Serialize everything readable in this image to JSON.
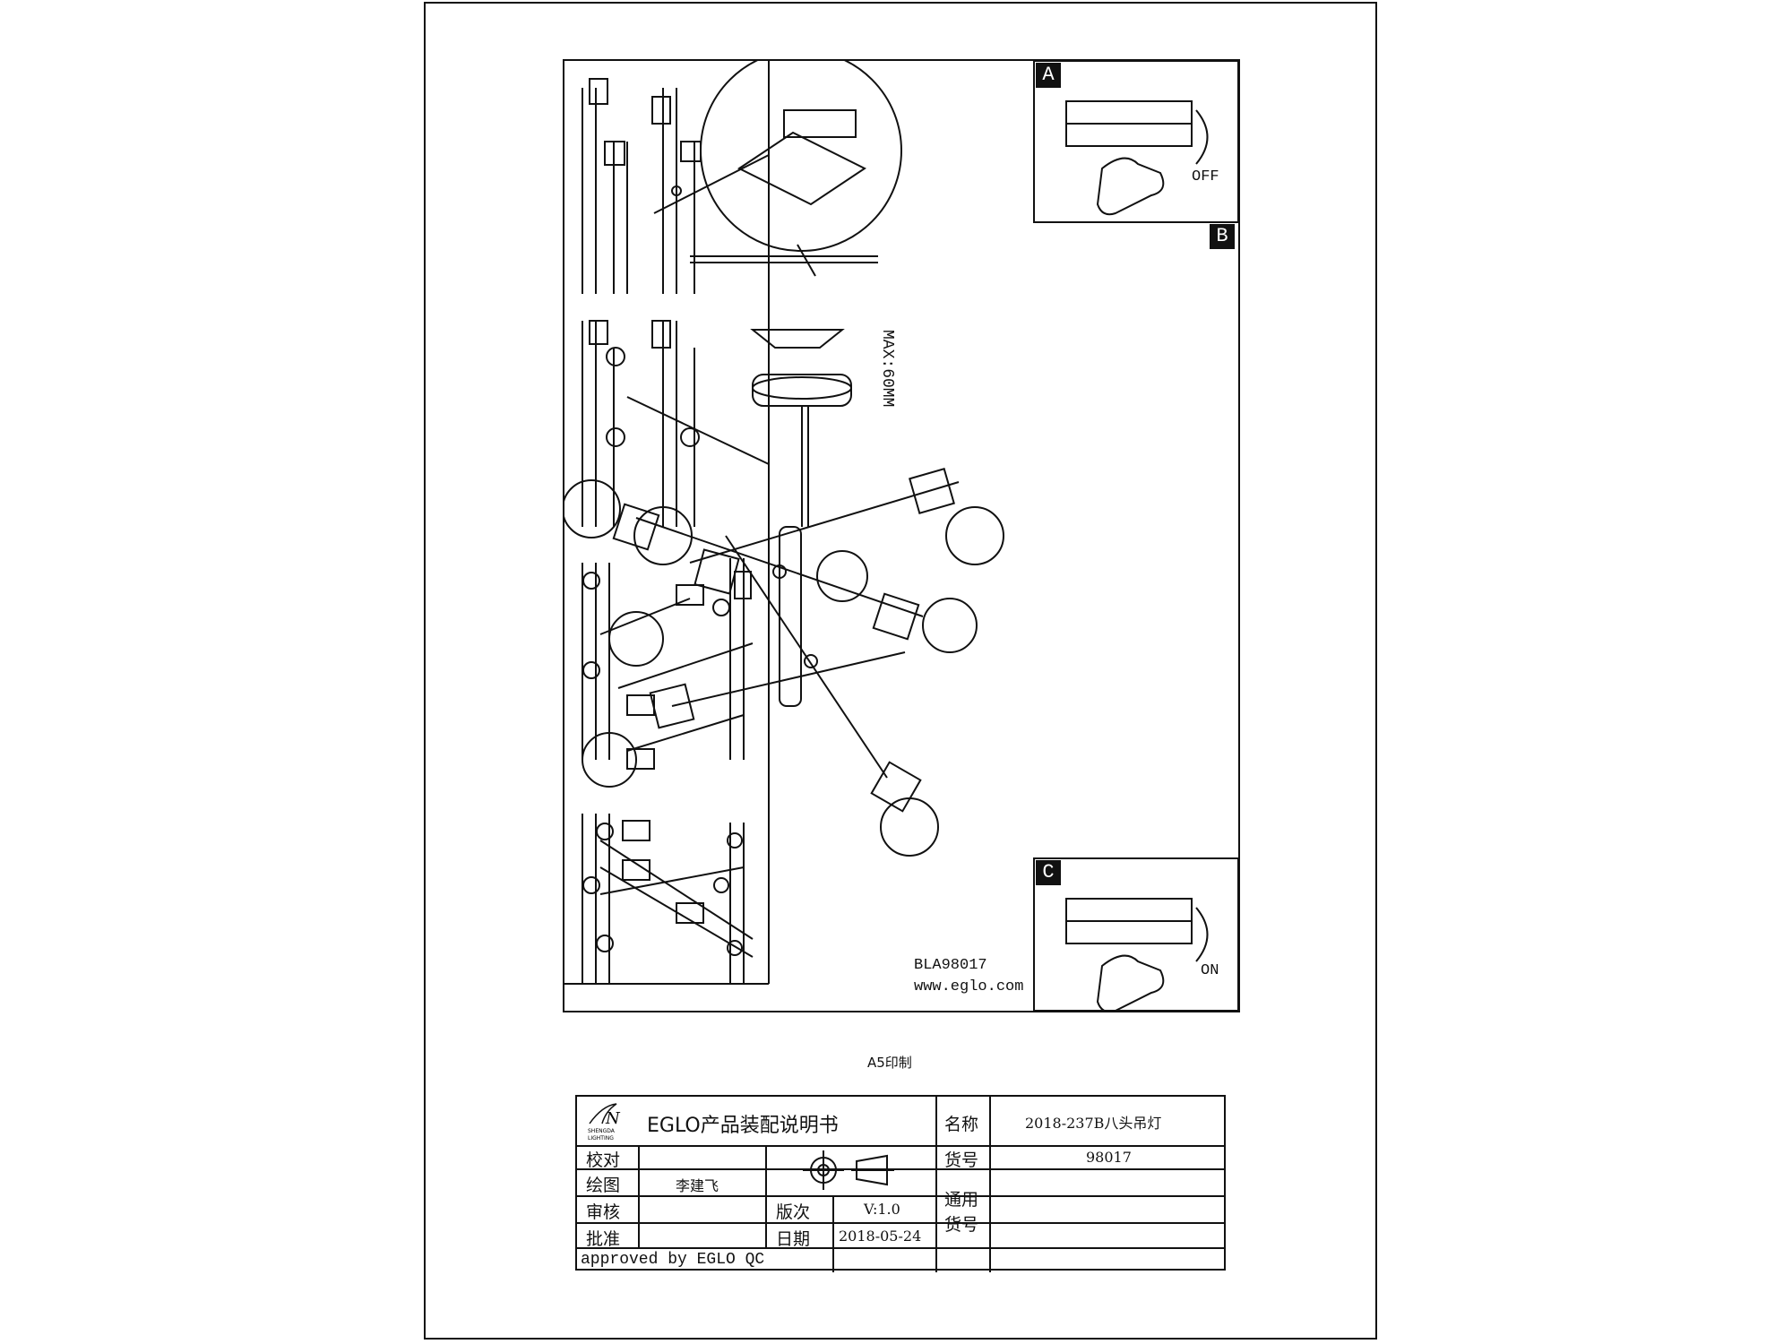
{
  "figure": {
    "step_badges": {
      "a": "A",
      "b": "B",
      "c": "C"
    },
    "switch_off": "OFF",
    "switch_on": "ON",
    "max_length": "MAX:60MM",
    "model_code": "BLA98017",
    "website": "www.eglo.com"
  },
  "print_note": "A5印制",
  "title_block": {
    "brand_logo": "New SHENGDA LIGHTING",
    "doc_title": "EGLO产品装配说明书",
    "name_label": "名称",
    "name_value": "2018-237B八头吊灯",
    "item_no_label": "货号",
    "item_no_value": "98017",
    "proofread_label": "校对",
    "drawn_label": "绘图",
    "drawn_value": "李建飞",
    "review_label": "审核",
    "approve_label": "批准",
    "version_label": "版次",
    "version_value": "V:1.0",
    "date_label": "日期",
    "date_value": "2018-05-24",
    "general_item_label_1": "通用",
    "general_item_label_2": "货号",
    "approved_by": "approved by EGLO QC"
  }
}
